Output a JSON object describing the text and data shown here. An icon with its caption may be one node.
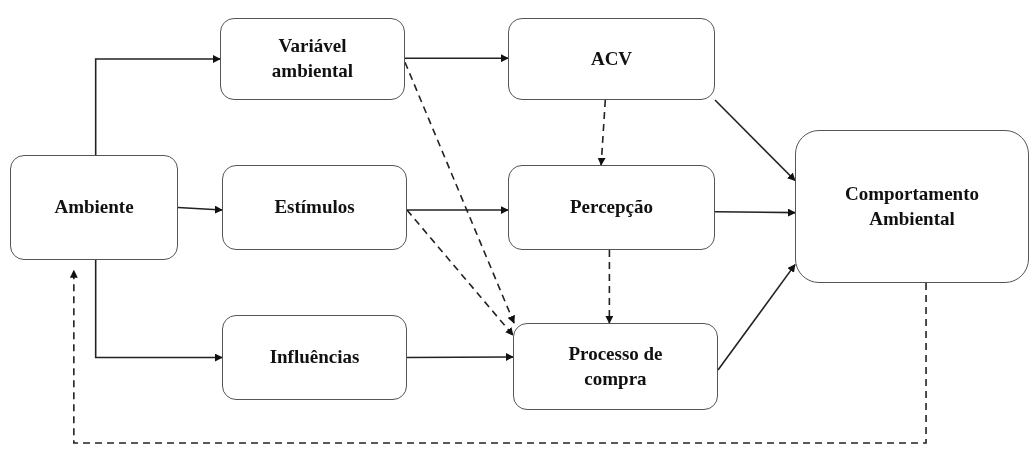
{
  "diagram": {
    "nodes": [
      {
        "text": [
          "Ambiente"
        ]
      },
      {
        "text": [
          "Variável ambiental"
        ]
      },
      {
        "text": [
          "Estímulos"
        ]
      },
      {
        "text": [
          "Influências"
        ]
      },
      {
        "text": [
          "ACV"
        ]
      },
      {
        "text": [
          "Percepção"
        ]
      },
      {
        "text": [
          "Processo de compra"
        ]
      },
      {
        "text": [
          "Comportamento Ambiental"
        ]
      }
    ],
    "edges": [
      {
        "from": 0,
        "to": 1,
        "arrow": "to"
      },
      {
        "from": 0,
        "to": 2,
        "arrow": "to"
      },
      {
        "from": 0,
        "to": 3,
        "arrow": "to"
      },
      {
        "from": 1,
        "to": 4,
        "arrow": "to"
      },
      {
        "from": 1,
        "to": 6,
        "arrow": "to",
        "style": "dashed"
      },
      {
        "from": 2,
        "to": 5,
        "arrow": "to"
      },
      {
        "from": 2,
        "to": 6,
        "arrow": "to",
        "style": "dashed"
      },
      {
        "from": 3,
        "to": 6,
        "arrow": "to"
      },
      {
        "from": 4,
        "to": 5,
        "arrow": "to",
        "style": "dashed"
      },
      {
        "from": 5,
        "to": 6,
        "arrow": "to",
        "style": "dashed"
      },
      {
        "from": 4,
        "to": 7,
        "arrow": "to"
      },
      {
        "from": 5,
        "to": 7,
        "arrow": "to"
      },
      {
        "from": 6,
        "to": 7,
        "arrow": "to"
      },
      {
        "from": 7,
        "to": 0,
        "arrow": "to",
        "style": "dashed"
      }
    ]
  }
}
